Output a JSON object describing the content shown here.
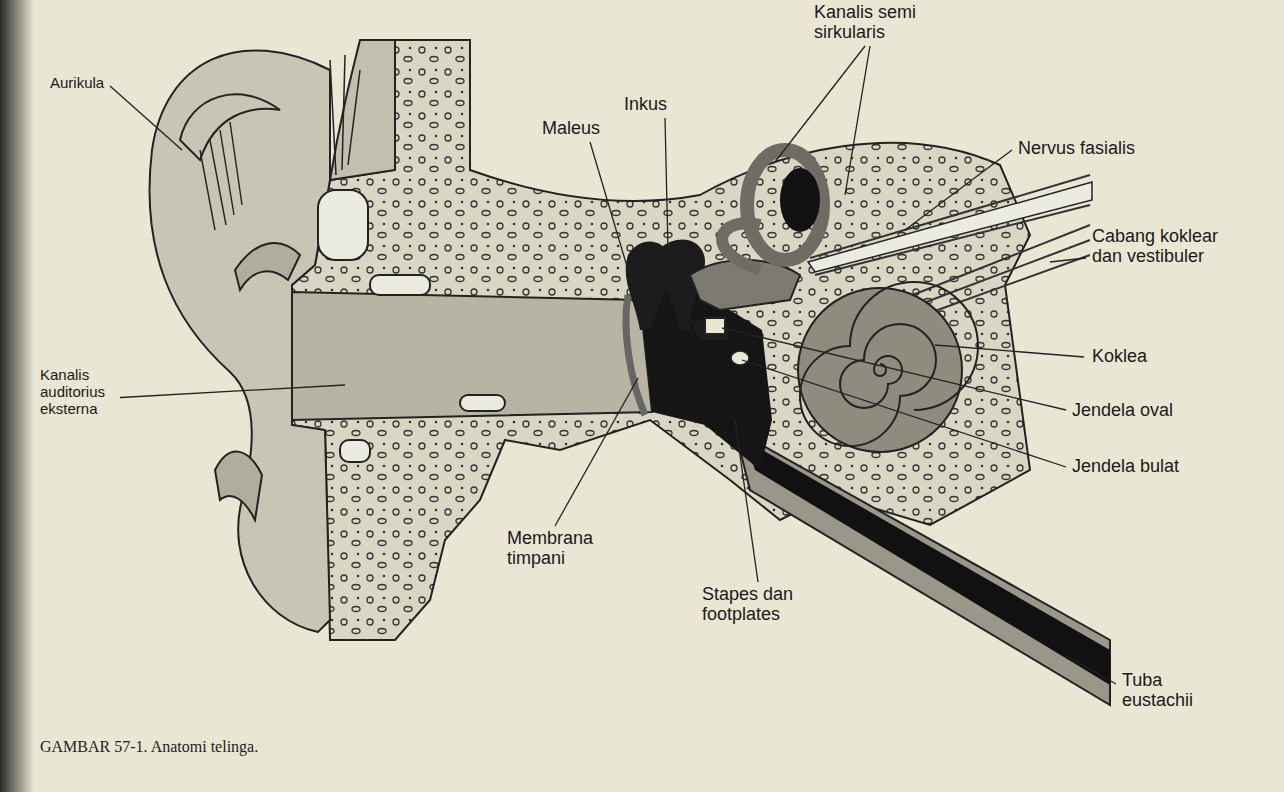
{
  "diagram": {
    "caption": "GAMBAR 57-1. Anatomi telinga.",
    "labels": [
      "Aurikula",
      "Kanalis auditorius eksterna",
      "Maleus",
      "Inkus",
      "Kanalis semi sirkularis",
      "Nervus fasialis",
      "Cabang koklear dan vestibuler",
      "Koklea",
      "Jendela oval",
      "Jendela bulat",
      "Membrana timpani",
      "Stapes dan footplates",
      "Tuba eustachii"
    ]
  }
}
